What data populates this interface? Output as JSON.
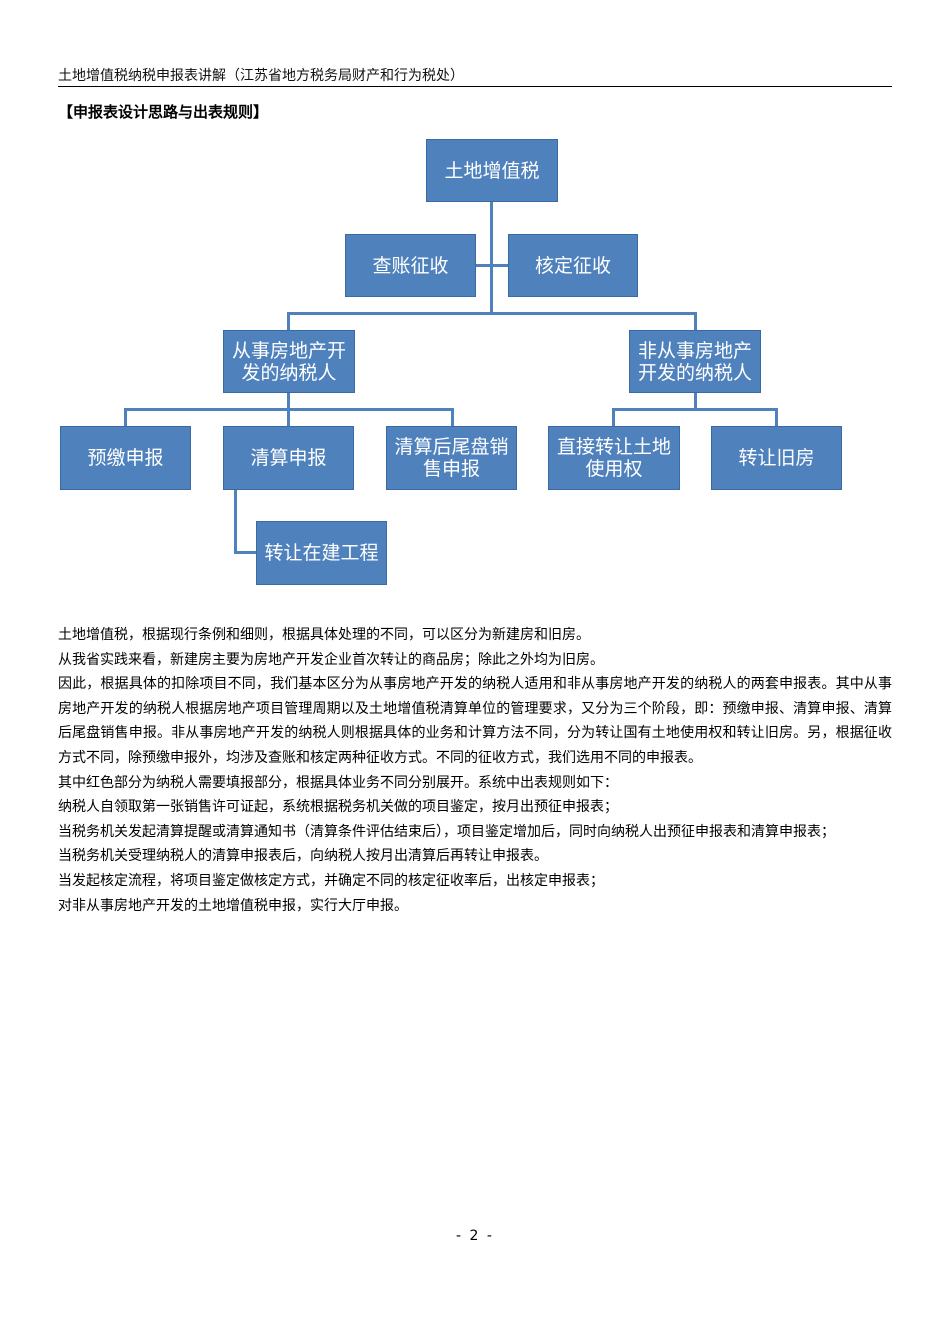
{
  "header": {
    "title": "土地增值税纳税申报表讲解（江苏省地方税务局财产和行为税处）"
  },
  "section_title": "【申报表设计思路与出表规则】",
  "diagram": {
    "root": "土地增值税",
    "collection_modes": [
      "查账征收",
      "核定征收"
    ],
    "branches": [
      {
        "label_line1": "从事房地产开",
        "label_line2": "发的纳税人",
        "children": [
          "预缴申报",
          "清算申报",
          "清算后尾盘销售申报"
        ],
        "child_lines": [
          [
            "预缴申报"
          ],
          [
            "清算申报"
          ],
          [
            "清算后尾盘销",
            "售申报"
          ]
        ],
        "sub_child": "转让在建工程"
      },
      {
        "label_line1": "非从事房地产",
        "label_line2": "开发的纳税人",
        "children": [
          "直接转让土地使用权",
          "转让旧房"
        ],
        "child_lines": [
          [
            "直接转让土地",
            "使用权"
          ],
          [
            "转让旧房"
          ]
        ]
      }
    ],
    "color": "#4f81bd"
  },
  "paragraphs": [
    "土地增值税，根据现行条例和细则，根据具体处理的不同，可以区分为新建房和旧房。",
    "从我省实践来看，新建房主要为房地产开发企业首次转让的商品房；除此之外均为旧房。",
    "因此，根据具体的扣除项目不同，我们基本区分为从事房地产开发的纳税人适用和非从事房地产开发的纳税人的两套申报表。其中从事房地产开发的纳税人根据房地产项目管理周期以及土地增值税清算单位的管理要求，又分为三个阶段，即：预缴申报、清算申报、清算后尾盘销售申报。非从事房地产开发的纳税人则根据具体的业务和计算方法不同，分为转让国有土地使用权和转让旧房。另，根据征收方式不同，除预缴申报外，均涉及查账和核定两种征收方式。不同的征收方式，我们选用不同的申报表。",
    "其中红色部分为纳税人需要填报部分，根据具体业务不同分别展开。系统中出表规则如下：",
    "纳税人自领取第一张销售许可证起，系统根据税务机关做的项目鉴定，按月出预征申报表；",
    "当税务机关发起清算提醒或清算通知书（清算条件评估结束后），项目鉴定增加后，同时向纳税人出预征申报表和清算申报表；",
    "当税务机关受理纳税人的清算申报表后，向纳税人按月出清算后再转让申报表。",
    "当发起核定流程，将项目鉴定做核定方式，并确定不同的核定征收率后，出核定申报表；",
    "对非从事房地产开发的土地增值税申报，实行大厅申报。"
  ],
  "footer": {
    "page_label": "- 2 -"
  }
}
